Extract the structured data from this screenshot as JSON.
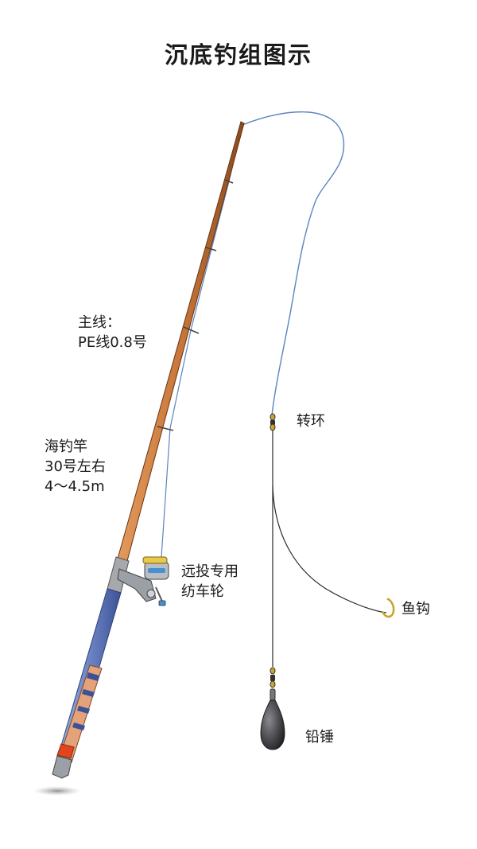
{
  "title": "沉底钓组图示",
  "labels": {
    "main_line": [
      "主线：",
      "PE线0.8号"
    ],
    "rod": [
      "海钓竿",
      "30号左右",
      "4～4.5m"
    ],
    "reel": [
      "远投专用",
      "纺车轮"
    ],
    "swivel": "转环",
    "hook": "鱼钩",
    "sinker": "铅锤"
  },
  "colors": {
    "rod_wood": "#c8773a",
    "rod_dark": "#7a3d16",
    "rod_handle": "#6d85c5",
    "handle_stripe": "#d9895a",
    "main_line": "#5b84bd",
    "leader": "#2a2a2a",
    "hook": "#c9a62a",
    "sinker": "#3d3d40",
    "reel": "#9aa0a6",
    "reel_spool": "#e8c94a"
  }
}
